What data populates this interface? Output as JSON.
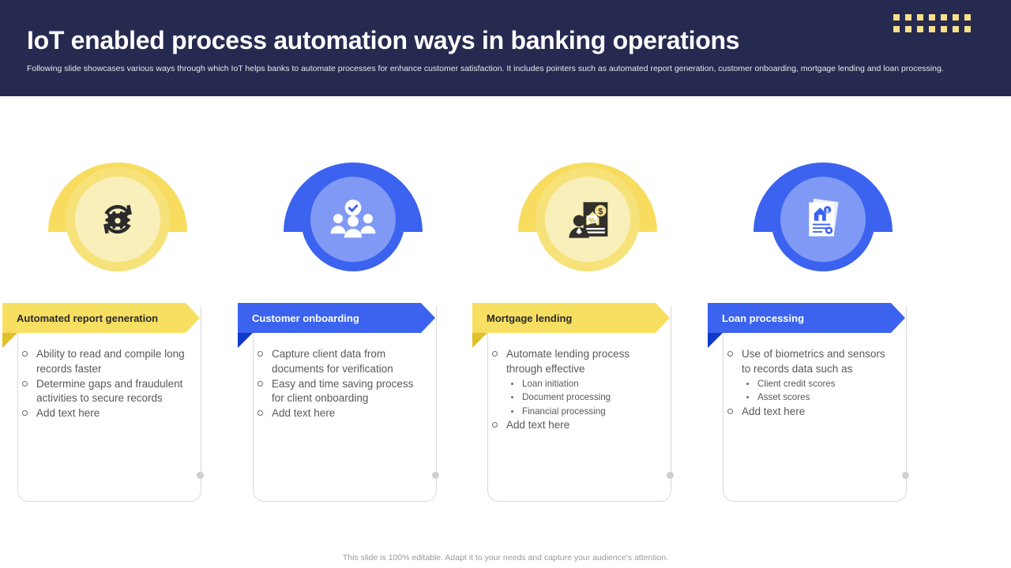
{
  "header": {
    "title": "IoT enabled process automation ways in banking operations",
    "subtitle": "Following slide showcases various ways through which IoT helps banks to automate processes for enhance customer satisfaction. It includes pointers such as automated report generation, customer onboarding, mortgage lending and loan processing.",
    "decor_dots": {
      "columns": 7,
      "rows": 2,
      "color": "#f7e08a"
    }
  },
  "colors": {
    "header_bg": "#262a50",
    "yellow_arc": "#f8dc5f",
    "yellow_mid": "#f7e27a",
    "yellow_inner": "#f9efbb",
    "yellow_banner": "#f7df62",
    "yellow_fold": "#e0c12a",
    "yellow_dot": "#f5d748",
    "blue_arc": "#3b63f0",
    "blue_mid": "#3b63f0",
    "blue_inner": "#8099f5",
    "blue_banner": "#3b63f0",
    "blue_fold": "#1139c7",
    "blue_dot": "#3b63f0",
    "body_text": "#595959",
    "banner_text_dark": "#2b2b2b",
    "banner_text_light": "#ffffff"
  },
  "columns": [
    {
      "theme": "yellow",
      "icon_name": "gear-refresh-icon",
      "banner_label": "Automated report generation",
      "bullets": [
        {
          "text": "Ability to read and compile long records faster",
          "sub": []
        },
        {
          "text": "Determine gaps and fraudulent activities to secure records",
          "sub": []
        },
        {
          "text": "Add text here",
          "sub": []
        }
      ]
    },
    {
      "theme": "blue",
      "icon_name": "people-check-icon",
      "banner_label": "Customer onboarding",
      "bullets": [
        {
          "text": "Capture client data from documents for verification",
          "sub": []
        },
        {
          "text": "Easy and time saving process for client onboarding",
          "sub": []
        },
        {
          "text": "Add text here",
          "sub": []
        }
      ]
    },
    {
      "theme": "yellow",
      "icon_name": "mortgage-advisor-icon",
      "banner_label": "Mortgage lending",
      "bullets": [
        {
          "text": "Automate lending process through effective",
          "sub": [
            "Loan initiation",
            "Document processing",
            "Financial processing"
          ]
        },
        {
          "text": "Add text here",
          "sub": []
        }
      ]
    },
    {
      "theme": "blue",
      "icon_name": "loan-document-icon",
      "banner_label": "Loan processing",
      "bullets": [
        {
          "text": "Use of biometrics and sensors to records data such as",
          "sub": [
            "Client credit scores",
            "Asset scores"
          ]
        },
        {
          "text": "Add text here",
          "sub": []
        }
      ]
    }
  ],
  "footer": {
    "note": "This slide is 100% editable. Adapt it to your needs and capture your audience's attention."
  }
}
